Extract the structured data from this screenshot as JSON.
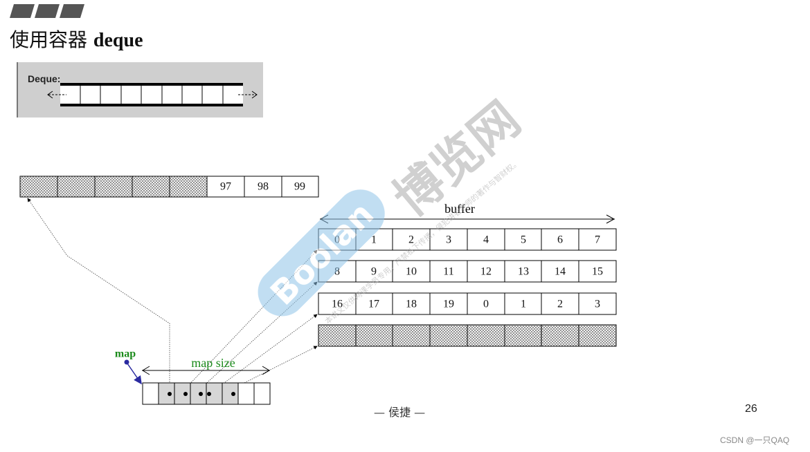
{
  "slide": {
    "title_prefix": "使用容器",
    "title_keyword": "deque",
    "footer": "— 侯捷 —",
    "page_number": "26",
    "credit": "CSDN @一只QAQ"
  },
  "deque_illustration": {
    "label": "Deque:"
  },
  "top_buffer": {
    "values": [
      "97",
      "98",
      "99"
    ]
  },
  "buffers": {
    "label": "buffer",
    "rows": [
      [
        "0",
        "1",
        "2",
        "3",
        "4",
        "5",
        "6",
        "7"
      ],
      [
        "8",
        "9",
        "10",
        "11",
        "12",
        "13",
        "14",
        "15"
      ],
      [
        "16",
        "17",
        "18",
        "19",
        "0",
        "1",
        "2",
        "3"
      ]
    ]
  },
  "map": {
    "label": "map",
    "size_label": "map  size"
  },
  "watermark": {
    "brand": "Boolan",
    "brand_cn": "博览网",
    "notice": "本讲义仅供网课学员专用，严禁私下传播，侵犯讲者老师的著作与智财权。"
  },
  "colors": {
    "deque_panel": "#cfcfcf",
    "map_green": "#1a8a1a",
    "map_pointer": "#2a2aa0",
    "watermark_blue": "#8ec3e8",
    "watermark_gray": "#a9a9a9"
  }
}
